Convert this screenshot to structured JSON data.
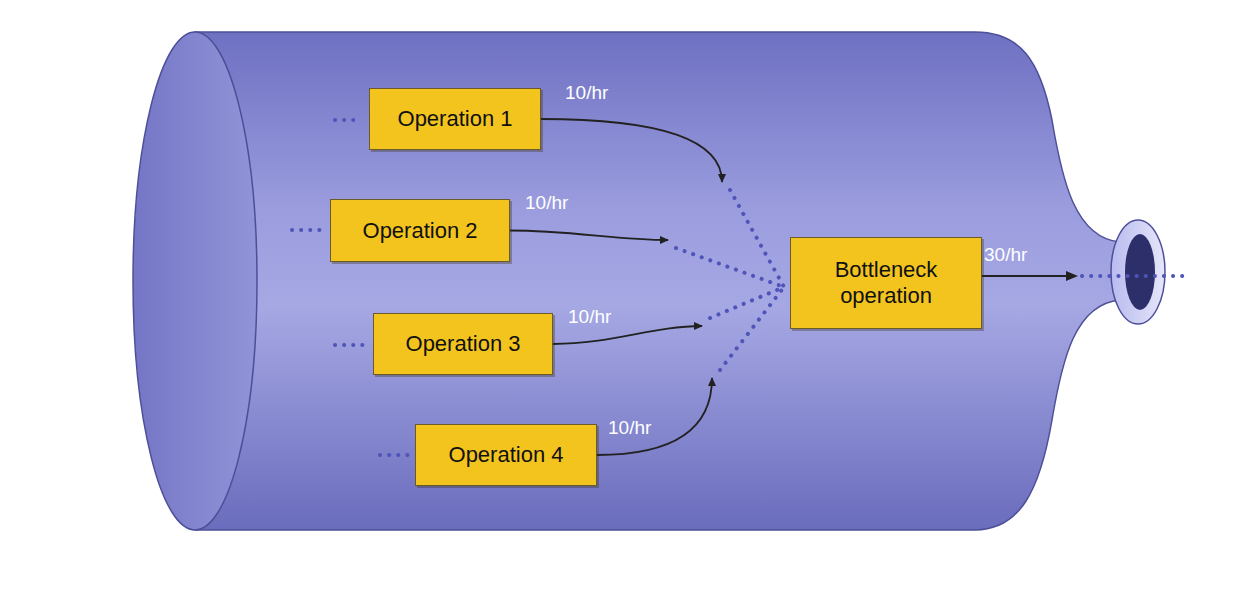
{
  "diagram": {
    "nodes": [
      {
        "text": [
          "Operation 1"
        ]
      },
      {
        "text": [
          "Operation 2"
        ]
      },
      {
        "text": [
          "Operation 3"
        ]
      },
      {
        "text": [
          "Operation 4"
        ]
      },
      {
        "text": [
          "Bottleneck operation"
        ]
      }
    ],
    "edges": [
      {
        "from": 0,
        "to": 4,
        "arrow": "to",
        "label": "10/hr"
      },
      {
        "from": 1,
        "to": 4,
        "arrow": "to",
        "label": "10/hr"
      },
      {
        "from": 2,
        "to": 4,
        "arrow": "to",
        "label": "10/hr"
      },
      {
        "from": 3,
        "to": 4,
        "arrow": "to",
        "label": "10/hr"
      }
    ],
    "labels": [
      "30/hr"
    ]
  }
}
